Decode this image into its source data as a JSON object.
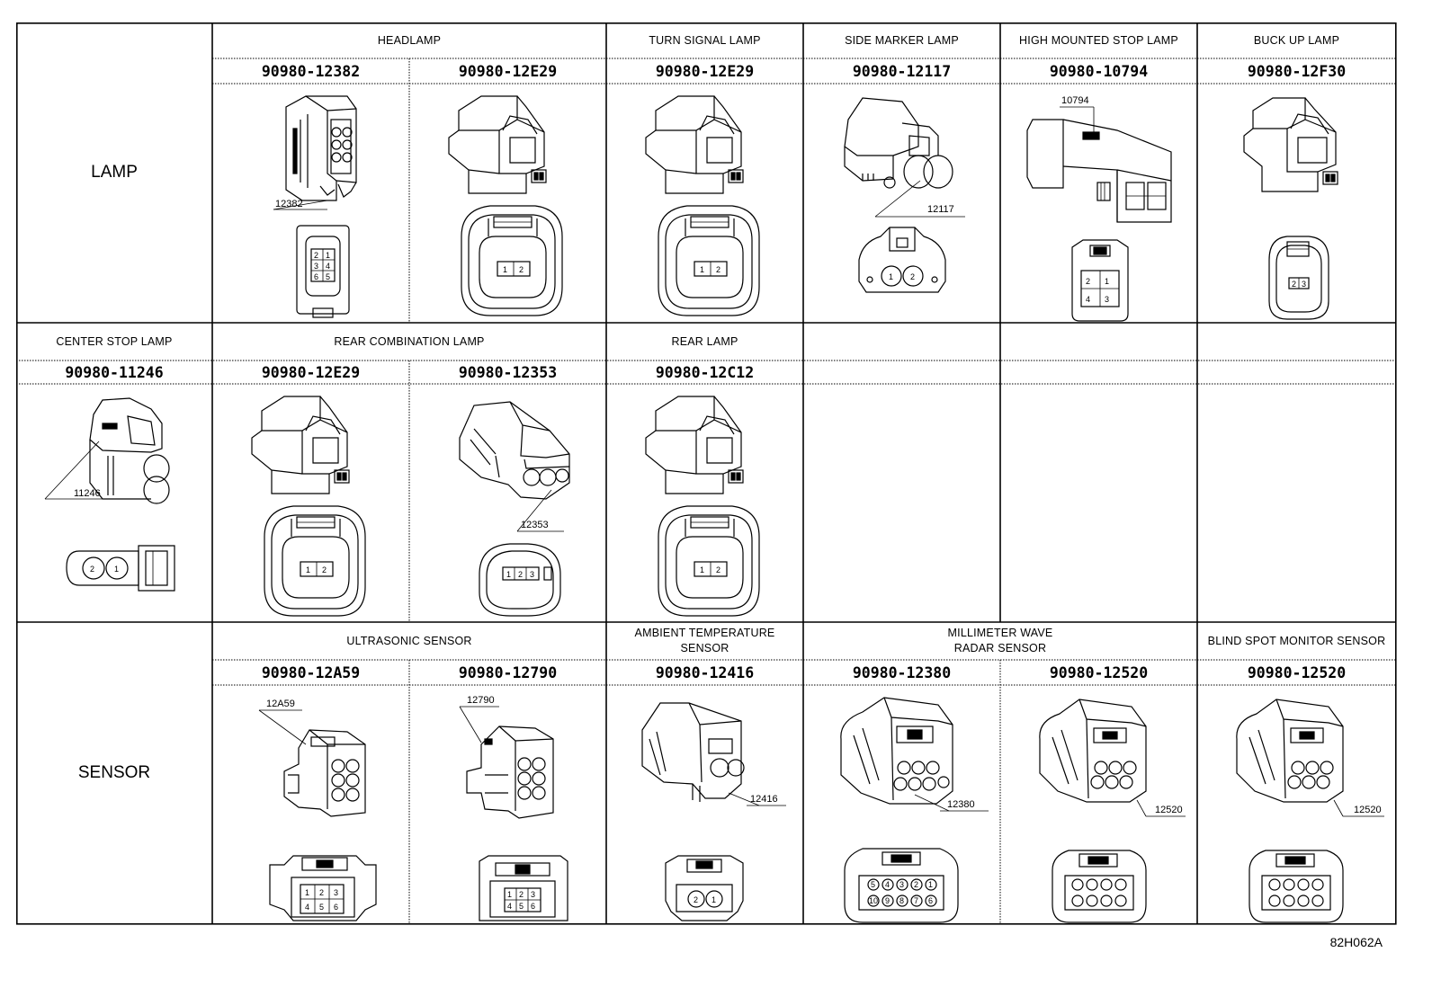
{
  "sections": {
    "lamp": "LAMP",
    "sensor": "SENSOR"
  },
  "categories": {
    "headlamp": "HEADLAMP",
    "turn_signal": "TURN SIGNAL LAMP",
    "side_marker": "SIDE MARKER LAMP",
    "high_mounted_stop": "HIGH MOUNTED STOP LAMP",
    "buck_up": "BUCK UP LAMP",
    "center_stop": "CENTER STOP LAMP",
    "rear_combination": "REAR COMBINATION LAMP",
    "rear_lamp": "REAR LAMP",
    "ultrasonic": "ULTRASONIC SENSOR",
    "ambient_temp": "AMBIENT TEMPERATURE\nSENSOR",
    "mm_wave": "MILLIMETER WAVE\nRADAR SENSOR",
    "blind_spot": "BLIND SPOT MONITOR SENSOR"
  },
  "parts": {
    "headlamp_1": "90980-12382",
    "headlamp_2": "90980-12E29",
    "turn_signal": "90980-12E29",
    "side_marker": "90980-12117",
    "high_mounted_stop": "90980-10794",
    "buck_up": "90980-12F30",
    "center_stop": "90980-11246",
    "rear_combination_1": "90980-12E29",
    "rear_combination_2": "90980-12353",
    "rear_lamp": "90980-12C12",
    "ultrasonic_1": "90980-12A59",
    "ultrasonic_2": "90980-12790",
    "ambient_temp": "90980-12416",
    "mm_wave_1": "90980-12380",
    "mm_wave_2": "90980-12520",
    "blind_spot": "90980-12520"
  },
  "callouts": {
    "c12382": "12382",
    "c12117": "12117",
    "c10794": "10794",
    "c11246": "11246",
    "c12353": "12353",
    "c12A59": "12A59",
    "c12790": "12790",
    "c12416": "12416",
    "c12380": "12380",
    "c12520a": "12520",
    "c12520b": "12520"
  },
  "pins": {
    "p1": "1",
    "p2": "2",
    "p3": "3",
    "p4": "4",
    "p5": "5",
    "p6": "6",
    "p7": "7",
    "p8": "8",
    "p9": "9",
    "p10": "10"
  },
  "footer": "82H062A"
}
